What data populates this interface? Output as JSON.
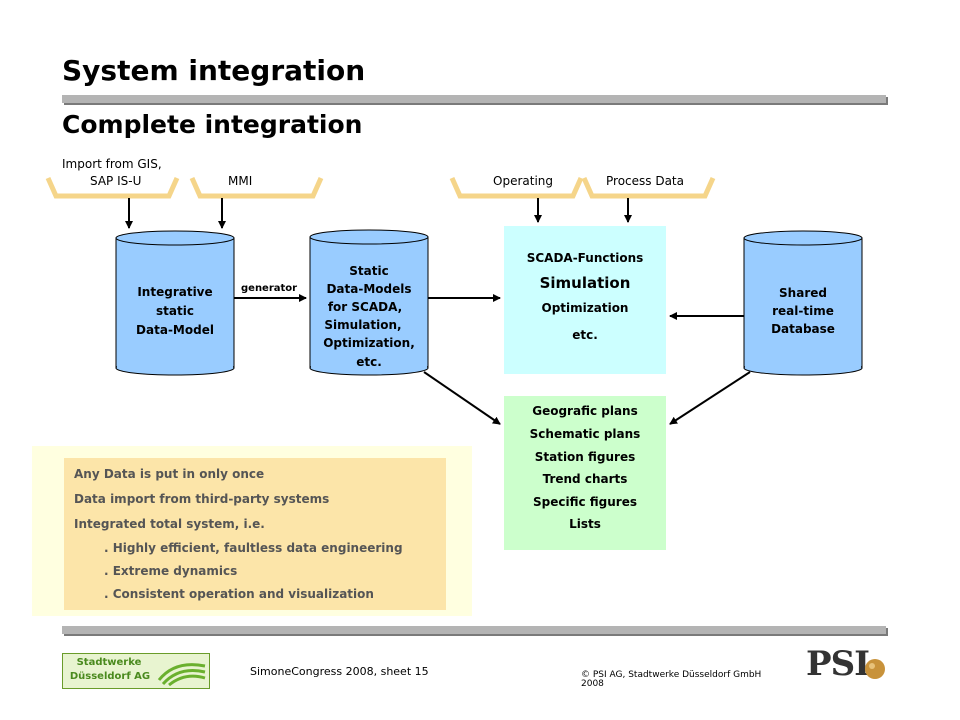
{
  "header": {
    "title": "System integration",
    "subtitle": "Complete integration"
  },
  "inputs": {
    "gis_line1": "Import from GIS,",
    "gis_line2": "SAP IS-U",
    "mmi": "MMI",
    "operating": "Operating",
    "process_data": "Process Data"
  },
  "nodes": {
    "integrative": [
      "Integrative",
      "static",
      "Data-Model"
    ],
    "generator": "generator",
    "static_models": [
      "Static",
      "Data-Models",
      "for SCADA,",
      "Simulation,",
      "Optimization,",
      "etc."
    ],
    "scada": {
      "line1": "SCADA-Functions",
      "line2": "Simulation",
      "line3": "Optimization",
      "line4": "etc."
    },
    "shared": [
      "Shared",
      "real-time",
      "Database"
    ],
    "outputs": [
      "Geografic plans",
      "Schematic plans",
      "Station figures",
      "Trend charts",
      "Specific figures",
      "Lists"
    ]
  },
  "notes": {
    "items": [
      "Any Data is put in only once",
      "Data import from third-party systems",
      "Integrated total system, i.e."
    ],
    "subitems": [
      ". Highly efficient, faultless data engineering",
      ". Extreme dynamics",
      ". Consistent operation and visualization"
    ]
  },
  "footer": {
    "logo_left": [
      "Stadtwerke",
      "Düsseldorf AG"
    ],
    "sheet": "SimoneCongress 2008, sheet 15",
    "copyright": "© PSI AG, Stadtwerke Düsseldorf GmbH",
    "year": "2008",
    "logo_right": "PSI"
  },
  "colors": {
    "cylinder": "#99ccff",
    "scada_box": "#ccffff",
    "outputs_box": "#ccffcc",
    "notes_bg": "#fce5a9",
    "notes_outer": "#ffffe0",
    "bracket": "#f5d58a",
    "rule": "#b4b4b4"
  }
}
